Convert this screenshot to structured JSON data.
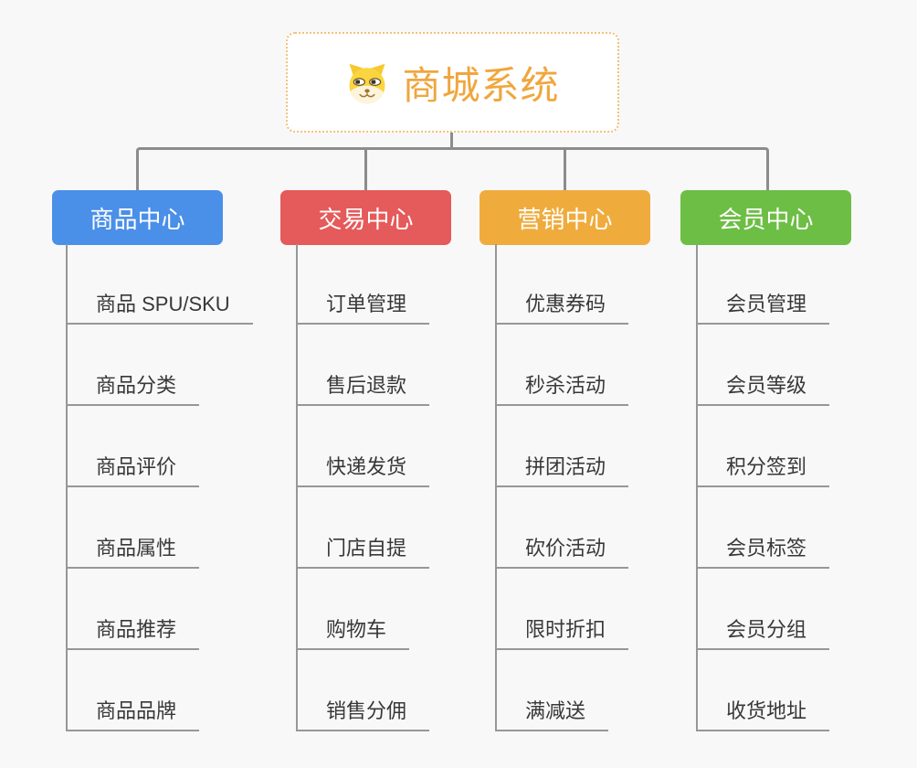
{
  "root": {
    "title": "商城系统",
    "icon": "doge-icon"
  },
  "branches": [
    {
      "label": "商品中心",
      "color": "#4A8FE8",
      "items": [
        "商品 SPU/SKU",
        "商品分类",
        "商品评价",
        "商品属性",
        "商品推荐",
        "商品品牌"
      ]
    },
    {
      "label": "交易中心",
      "color": "#E55A5A",
      "items": [
        "订单管理",
        "售后退款",
        "快递发货",
        "门店自提",
        "购物车",
        "销售分佣"
      ]
    },
    {
      "label": "营销中心",
      "color": "#EFAC3D",
      "items": [
        "优惠券码",
        "秒杀活动",
        "拼团活动",
        "砍价活动",
        "限时折扣",
        "满减送"
      ]
    },
    {
      "label": "会员中心",
      "color": "#6DBE45",
      "items": [
        "会员管理",
        "会员等级",
        "积分签到",
        "会员标签",
        "会员分组",
        "收货地址"
      ]
    }
  ],
  "colors": {
    "background": "#F8F8F8",
    "connector": "#8C8C8C",
    "leaf_line": "#979797",
    "leaf_text": "#383838",
    "root_text": "#F0A63E",
    "root_border": "#F2C077",
    "root_background": "#FFFFFF"
  }
}
